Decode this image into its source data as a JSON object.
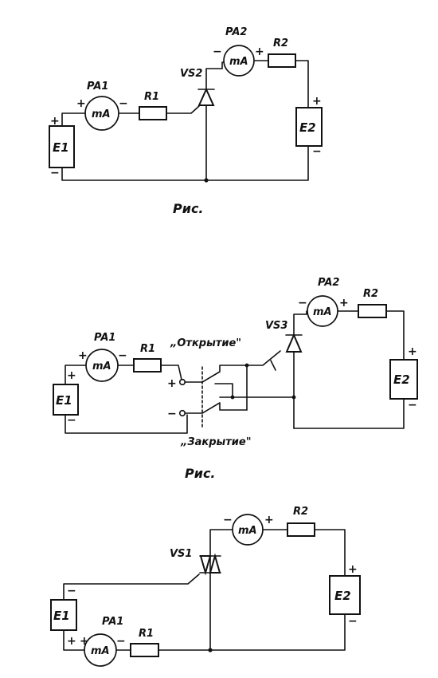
{
  "circuit1": {
    "e1": "E1",
    "e2": "E2",
    "pa1": "PA1",
    "pa2": "PA2",
    "meter": "mA",
    "r1": "R1",
    "r2": "R2",
    "thyristor": "VS2",
    "plus": "+",
    "minus": "−"
  },
  "caption1": "Рис.",
  "circuit2": {
    "e1": "E1",
    "e2": "E2",
    "pa1": "PA1",
    "pa2": "PA2",
    "meter": "mA",
    "r1": "R1",
    "r2": "R2",
    "thyristor": "VS3",
    "open_label": "„Открытие\"",
    "close_label": "„Закрытие\"",
    "plus": "+",
    "minus": "−"
  },
  "caption2": "Рис.",
  "circuit3": {
    "e1": "E1",
    "e2": "E2",
    "pa1": "PA1",
    "meter": "mA",
    "r1": "R1",
    "r2": "R2",
    "triac": "VS1",
    "plus": "+",
    "minus": "−"
  }
}
